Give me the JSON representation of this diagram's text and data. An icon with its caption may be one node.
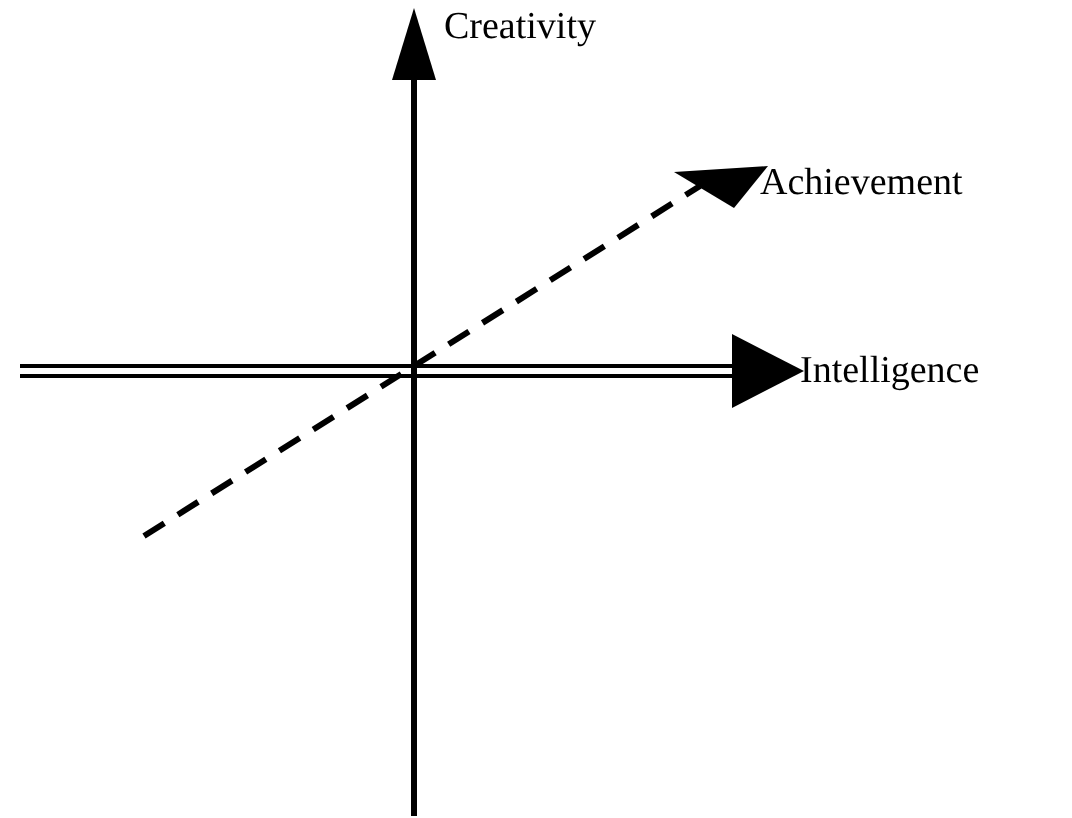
{
  "diagram": {
    "labels": [
      "Creativity",
      "Achievement",
      "Intelligence"
    ]
  }
}
